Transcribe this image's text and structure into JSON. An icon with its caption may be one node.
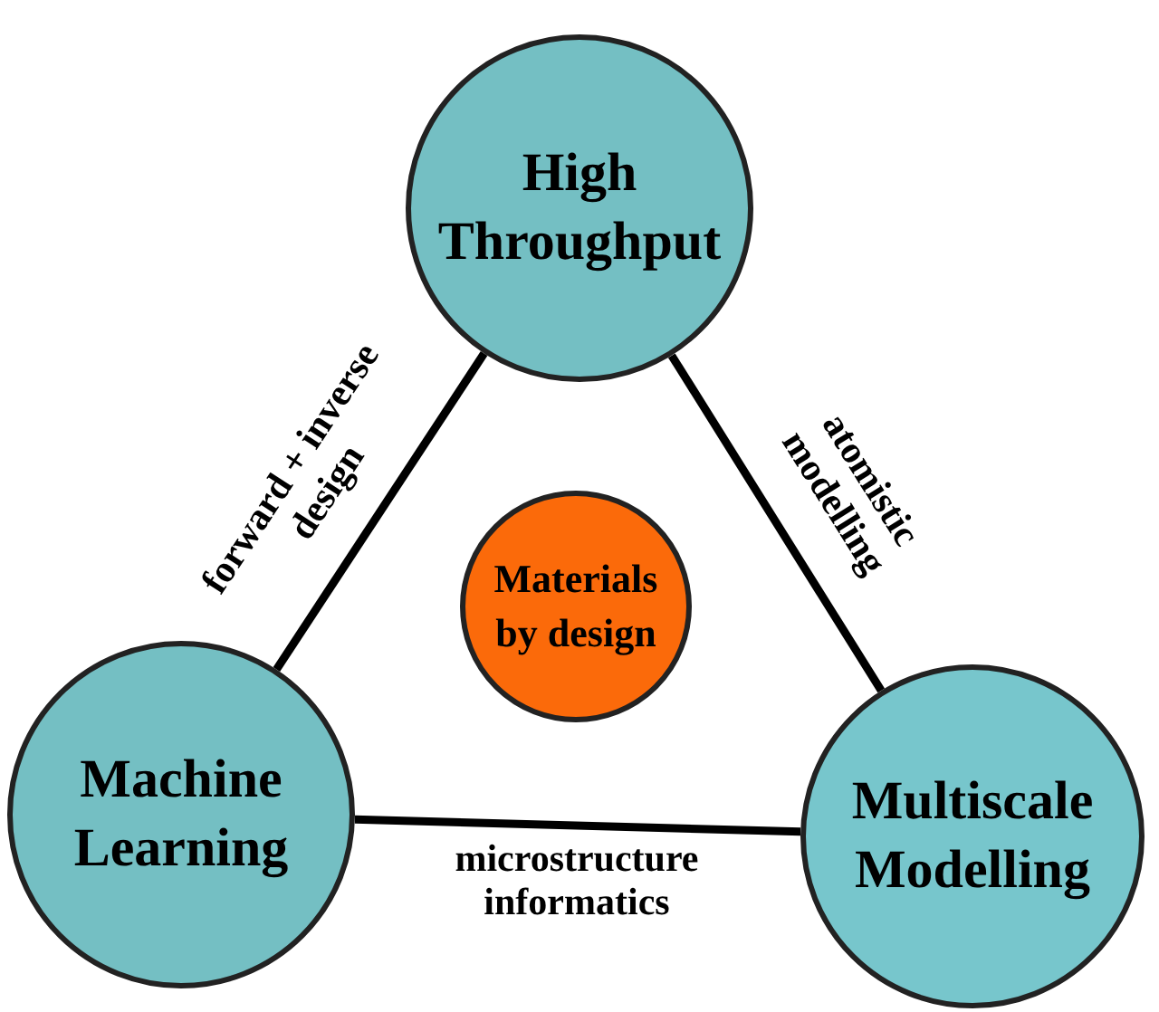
{
  "diagram": {
    "nodes": [
      {
        "text": [
          "High Throughput"
        ]
      },
      {
        "text": [
          "Materials by design"
        ]
      },
      {
        "text": [
          "Machine Learning"
        ]
      },
      {
        "text": [
          "Multiscale Modelling"
        ]
      }
    ],
    "edges": [
      {
        "from": 0,
        "to": 2,
        "arrow": "none",
        "label": "forward + inverse design"
      },
      {
        "from": 0,
        "to": 3,
        "arrow": "none",
        "label": "atomistic modelling"
      },
      {
        "from": 2,
        "to": 3,
        "arrow": "none",
        "label": "microstructure informatics"
      }
    ]
  }
}
